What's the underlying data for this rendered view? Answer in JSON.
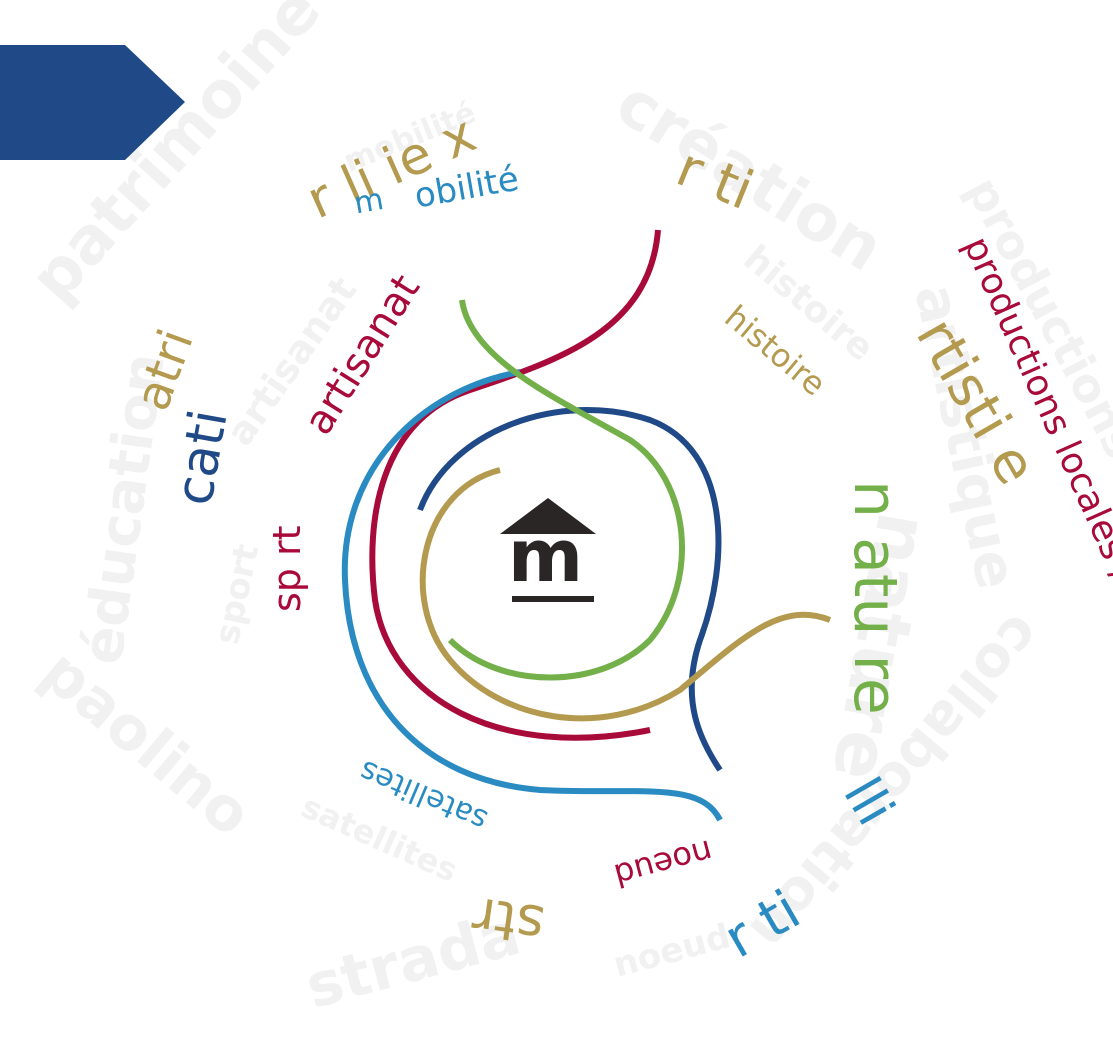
{
  "colors": {
    "gold": "#b49a4f",
    "crimson": "#a80a3a",
    "navy": "#1f4a87",
    "green": "#74b04a",
    "sky": "#2a8bc2",
    "ghost": "#f0f0f0",
    "tab": "#1f4a87",
    "logo": "#2a2626"
  },
  "logo": {
    "icon": "museum-m-icon",
    "letter": "m"
  },
  "ring_words": {
    "religieux": "r li ie x",
    "mobilite": "obilité",
    "mobilite_initial": "m",
    "creation": "r ti",
    "productions": "productions locales / goût",
    "artistique": "rtisti e",
    "patrimoine": "atri",
    "education": "cati",
    "artisanat": "artisanat",
    "histoire": "histoire",
    "sport": "sp rt",
    "nature": "n atu re",
    "lien": "lli",
    "satellites": "satellites",
    "strada": "str",
    "noeud": "noeud",
    "collaboration": "r ti"
  },
  "ghost_words": {
    "patrimoine_religieux": "patrimoine religieux",
    "creation": "création",
    "productions": "productions",
    "artistique": "artistique",
    "collaboration": "collaboration",
    "nature": "nature",
    "strada": "strada",
    "paolino": "paolino",
    "education": "éducation",
    "sport": "sport",
    "artisanat": "artisanat",
    "histoire": "histoire",
    "mobilite": "mobilité",
    "satellites": "satellites",
    "noeud": "noeud"
  }
}
